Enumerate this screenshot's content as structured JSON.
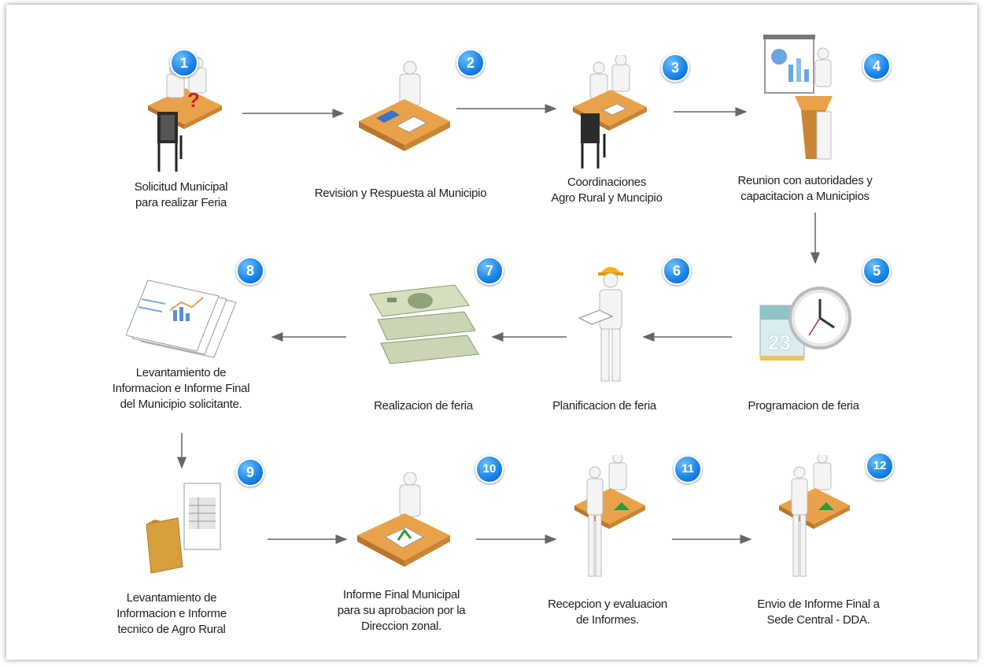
{
  "steps": [
    {
      "number": "1",
      "lines": [
        "Solicitud  Municipal",
        "para realizar Feria"
      ]
    },
    {
      "number": "2",
      "lines": [
        "Revision y Respuesta al Municipio"
      ]
    },
    {
      "number": "3",
      "lines": [
        "Coordinaciones",
        "Agro Rural y Muncipio"
      ]
    },
    {
      "number": "4",
      "lines": [
        "Reunion con autoridades y",
        "capacitacion a Municipios"
      ]
    },
    {
      "number": "5",
      "lines": [
        "Programacion de feria"
      ]
    },
    {
      "number": "6",
      "lines": [
        "Planificacion de feria"
      ]
    },
    {
      "number": "7",
      "lines": [
        "Realizacion de feria"
      ]
    },
    {
      "number": "8",
      "lines": [
        "Levantamiento de",
        "Informacion e Informe Final",
        "del Municipio solicitante."
      ]
    },
    {
      "number": "9",
      "lines": [
        "Levantamiento de",
        "Informacion e Informe",
        "tecnico de Agro Rural"
      ]
    },
    {
      "number": "10",
      "lines": [
        "Informe Final Municipal",
        "para su aprobacion por la",
        "Direccion zonal."
      ]
    },
    {
      "number": "11",
      "lines": [
        "Recepcion y evaluacion",
        "de Informes."
      ]
    },
    {
      "number": "12",
      "lines": [
        "Envio de Informe Final a",
        "Sede Central - DDA."
      ]
    }
  ],
  "calendar": {
    "day": "23"
  },
  "colors": {
    "badge": "#1d86e8",
    "desk": "#e9a24a",
    "arrow": "#666666"
  }
}
